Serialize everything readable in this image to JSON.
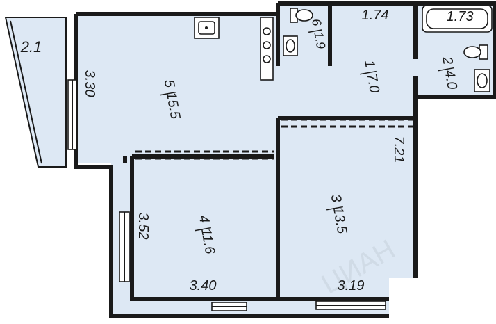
{
  "rooms": [
    {
      "number": "5",
      "area": "15.5"
    },
    {
      "number": "6",
      "area": "1.9"
    },
    {
      "number": "1",
      "area": "7.0"
    },
    {
      "number": "2",
      "area": "4.0"
    },
    {
      "number": "4",
      "area": "11.6"
    },
    {
      "number": "3",
      "area": "13.5"
    }
  ],
  "balcony_area": "2.1",
  "dimensions": [
    "3.30",
    "1.74",
    "1.73",
    "7.21",
    "3.52",
    "3.40",
    "3.19"
  ],
  "watermark": "ЦИАН",
  "colors": {
    "floor": "#dde8f4",
    "wall": "#1a1a1a",
    "fixture": "#ffffff"
  }
}
